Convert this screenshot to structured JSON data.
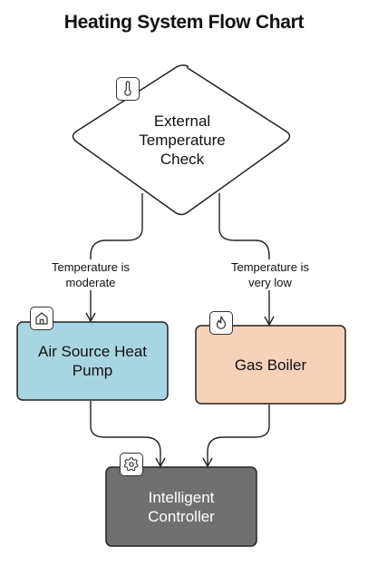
{
  "title": "Heating System Flow Chart",
  "nodes": {
    "decision": {
      "label": "External\nTemperature\nCheck",
      "icon": "thermometer-icon",
      "fill": "#ffffff"
    },
    "heat_pump": {
      "label": "Air Source Heat\nPump",
      "icon": "house-icon",
      "fill": "#a9d5e3"
    },
    "gas_boiler": {
      "label": "Gas Boiler",
      "icon": "flame-icon",
      "fill": "#f6d2b9"
    },
    "controller": {
      "label": "Intelligent\nController",
      "icon": "gear-icon",
      "fill": "#707070",
      "text_color": "#ffffff"
    }
  },
  "edges": {
    "to_heat_pump": {
      "label": "Temperature is\nmoderate"
    },
    "to_gas_boiler": {
      "label": "Temperature is\nvery low"
    }
  }
}
